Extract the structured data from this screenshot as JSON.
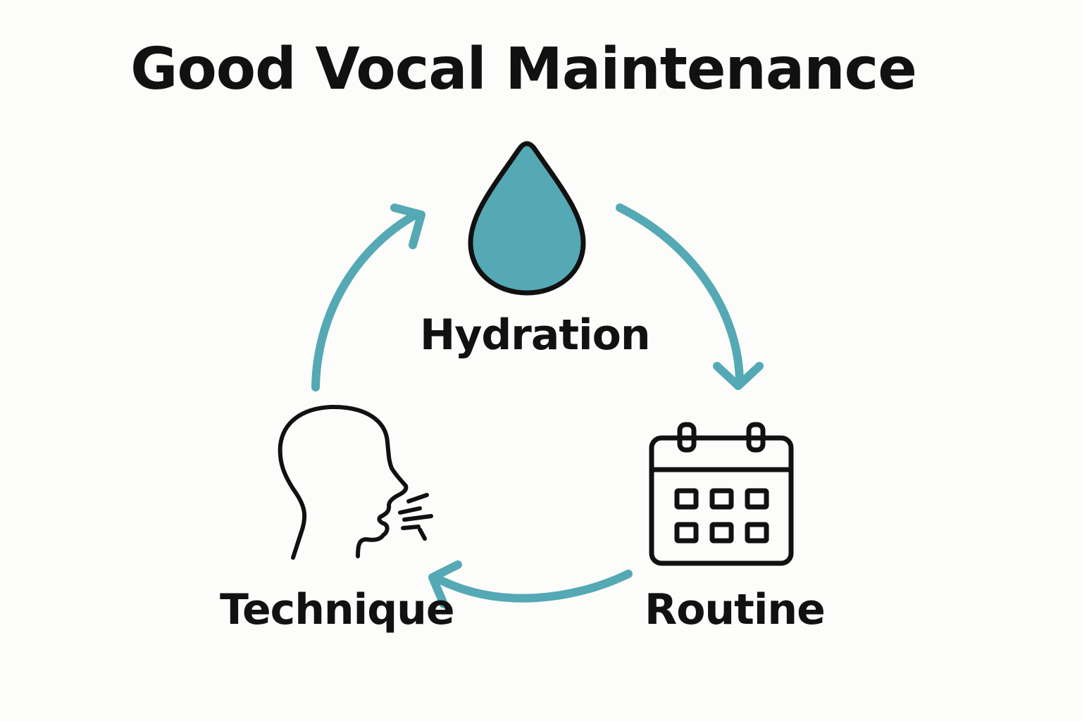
{
  "title": "Good Vocal Maintenance",
  "nodes": {
    "hydration": {
      "label": "Hydration",
      "icon": "water-drop-icon"
    },
    "routine": {
      "label": "Routine",
      "icon": "calendar-icon"
    },
    "technique": {
      "label": "Technique",
      "icon": "head-breathing-icon"
    }
  },
  "cycle_order": [
    "hydration",
    "routine",
    "technique"
  ],
  "colors": {
    "accent": "#54a9b4",
    "ink": "#111111",
    "background": "#fcfcfa"
  }
}
